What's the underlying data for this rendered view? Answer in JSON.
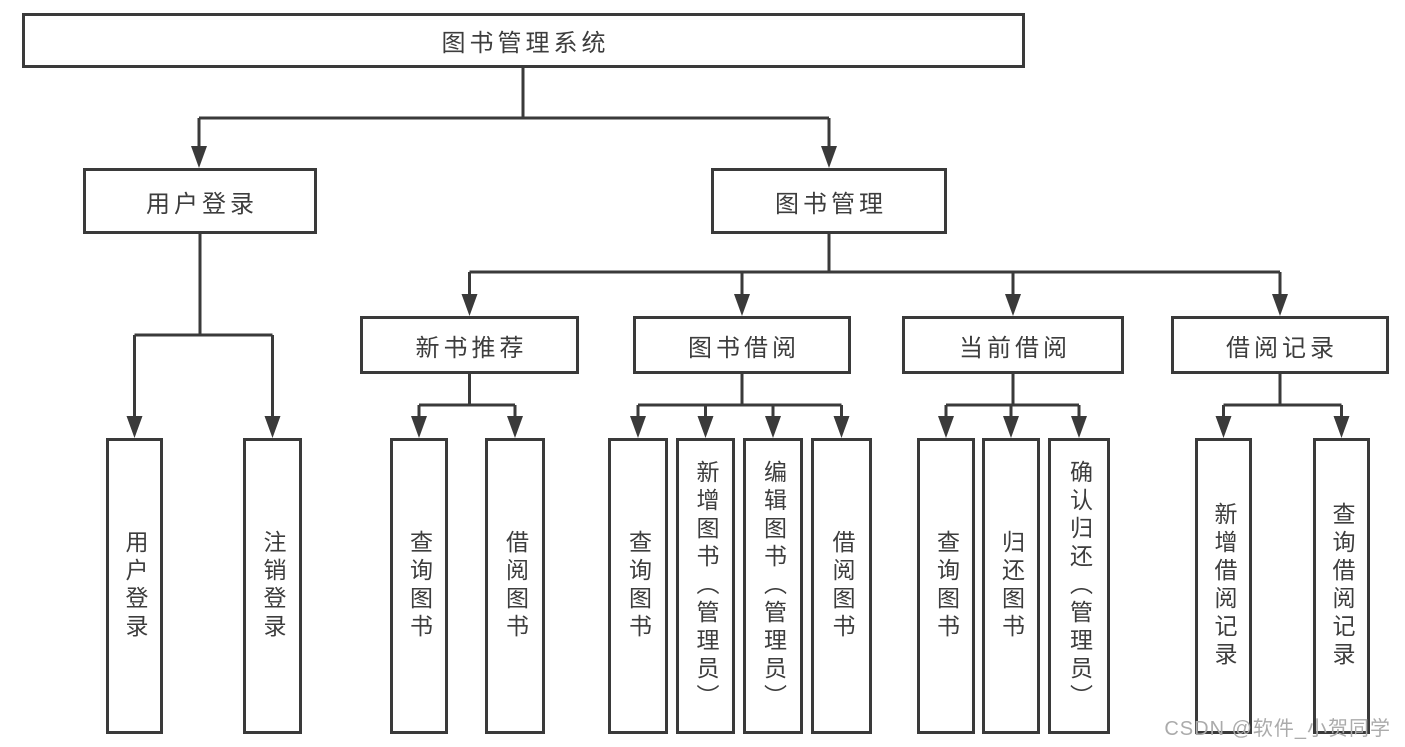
{
  "colors": {
    "background": "#ffffff",
    "line": "#3a3a3a",
    "box_border": "#3a3a3a",
    "box_fill": "#ffffff",
    "text": "#3d3d3d",
    "watermark": "#ababab"
  },
  "tree": {
    "root": {
      "label": "图书管理系统"
    },
    "branches": [
      {
        "label": "用户登录",
        "children": [
          {
            "label": "用户登录"
          },
          {
            "label": "注销登录"
          }
        ]
      },
      {
        "label": "图书管理",
        "sections": [
          {
            "label": "新书推荐",
            "children": [
              {
                "label": "查询图书"
              },
              {
                "label": "借阅图书"
              }
            ]
          },
          {
            "label": "图书借阅",
            "children": [
              {
                "label": "查询图书"
              },
              {
                "label": "新增图书（管理员）"
              },
              {
                "label": "编辑图书（管理员）"
              },
              {
                "label": "借阅图书"
              }
            ]
          },
          {
            "label": "当前借阅",
            "children": [
              {
                "label": "查询图书"
              },
              {
                "label": "归还图书"
              },
              {
                "label": "确认归还（管理员）"
              }
            ]
          },
          {
            "label": "借阅记录",
            "children": [
              {
                "label": "新增借阅记录"
              },
              {
                "label": "查询借阅记录"
              }
            ]
          }
        ]
      }
    ]
  },
  "watermark": {
    "text": "CSDN @软件_小贺同学"
  }
}
